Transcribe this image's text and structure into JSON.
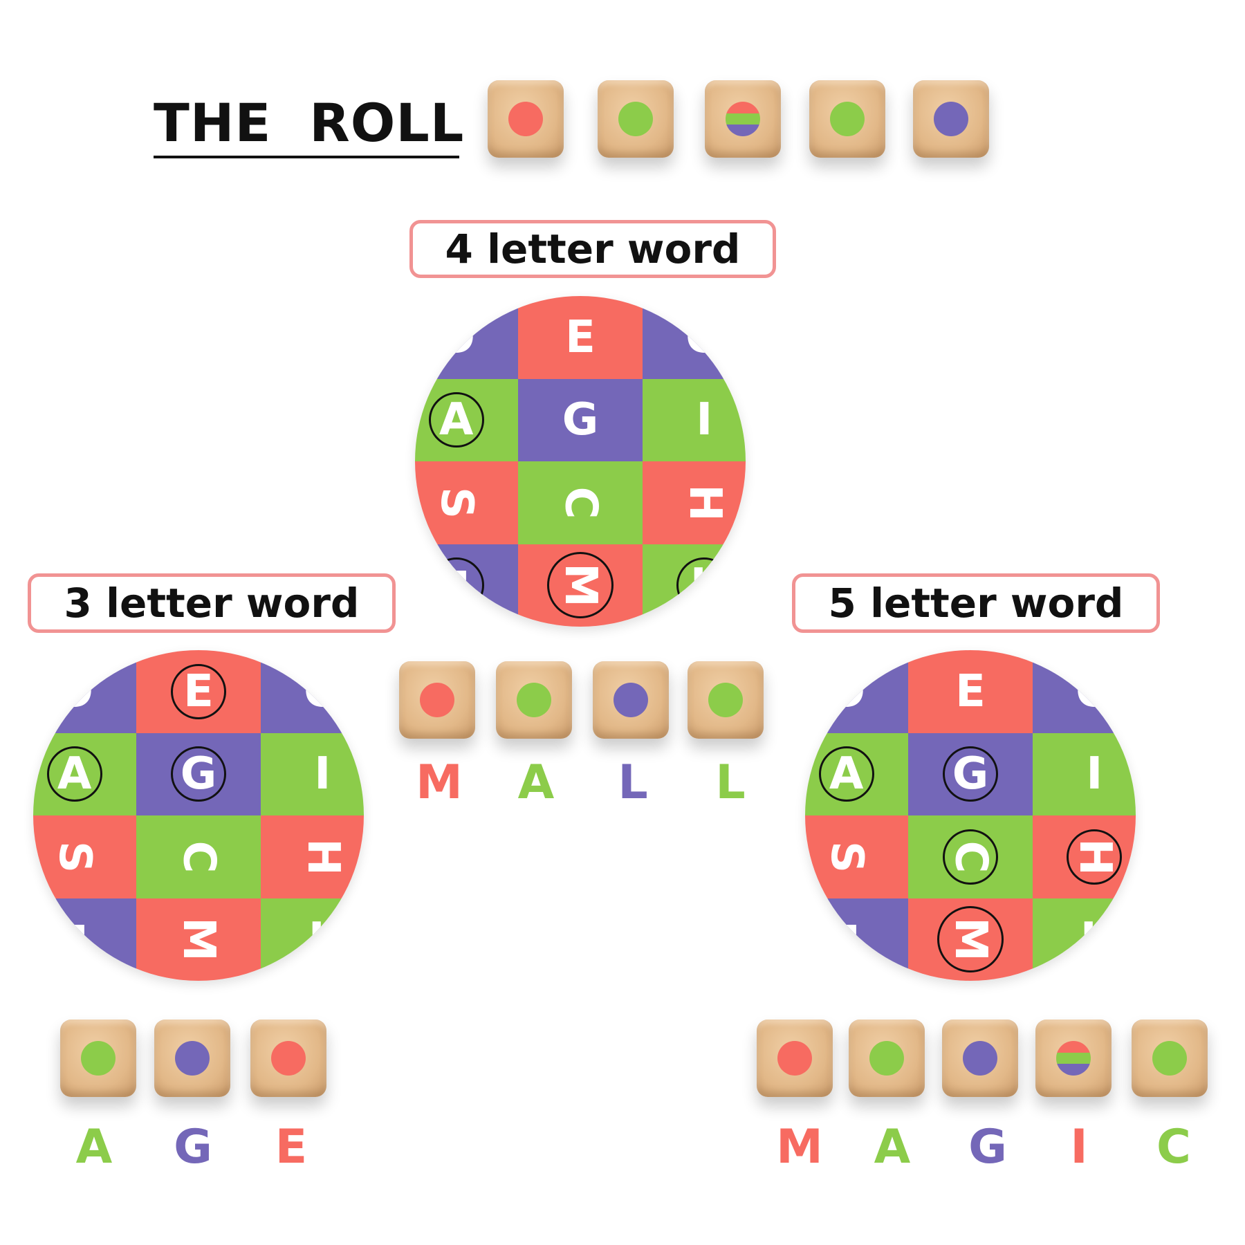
{
  "colors": {
    "red": "#f76b61",
    "green": "#8ccc4a",
    "purple": "#7467b8",
    "border_pink": "#f19393"
  },
  "roll": {
    "title": "THE  ROLL :",
    "dice": [
      {
        "pips": [
          "red"
        ]
      },
      {
        "pips": [
          "green"
        ]
      },
      {
        "pips": [
          "red",
          "green",
          "purple"
        ]
      },
      {
        "pips": [
          "green"
        ]
      },
      {
        "pips": [
          "purple"
        ]
      }
    ]
  },
  "board": {
    "rows": [
      [
        {
          "l": "O",
          "c": "purple"
        },
        {
          "l": "E",
          "c": "red"
        },
        {
          "l": "O",
          "c": "purple"
        }
      ],
      [
        {
          "l": "A",
          "c": "green"
        },
        {
          "l": "G",
          "c": "purple"
        },
        {
          "l": "I",
          "c": "green"
        }
      ],
      [
        {
          "l": "S",
          "c": "red",
          "rot": 90
        },
        {
          "l": "C",
          "c": "green",
          "rot": 90
        },
        {
          "l": "H",
          "c": "red",
          "rot": 90
        }
      ],
      [
        {
          "l": "L",
          "c": "purple",
          "rot": 180
        },
        {
          "l": "M",
          "c": "red",
          "rot": 90
        },
        {
          "l": "L",
          "c": "green"
        }
      ]
    ]
  },
  "puzzles": [
    {
      "id": "four",
      "label": "4 letter word",
      "circled": [
        [
          1,
          0
        ],
        [
          3,
          0
        ],
        [
          3,
          1
        ],
        [
          3,
          2
        ]
      ],
      "big": [
        [
          3,
          1
        ]
      ],
      "dice": [
        [
          "red"
        ],
        [
          "green"
        ],
        [
          "purple"
        ],
        [
          "green"
        ]
      ],
      "word": [
        {
          "l": "M",
          "c": "red"
        },
        {
          "l": "A",
          "c": "green"
        },
        {
          "l": "L",
          "c": "purple"
        },
        {
          "l": "L",
          "c": "green"
        }
      ]
    },
    {
      "id": "three",
      "label": "3 letter word",
      "circled": [
        [
          0,
          1
        ],
        [
          1,
          0
        ],
        [
          1,
          1
        ]
      ],
      "big": [],
      "dice": [
        [
          "green"
        ],
        [
          "purple"
        ],
        [
          "red"
        ]
      ],
      "word": [
        {
          "l": "A",
          "c": "green"
        },
        {
          "l": "G",
          "c": "purple"
        },
        {
          "l": "E",
          "c": "red"
        }
      ]
    },
    {
      "id": "five",
      "label": "5 letter word",
      "circled": [
        [
          1,
          0
        ],
        [
          1,
          1
        ],
        [
          2,
          1
        ],
        [
          2,
          2
        ],
        [
          3,
          1
        ]
      ],
      "big": [
        [
          3,
          1
        ]
      ],
      "dice": [
        [
          "red"
        ],
        [
          "green"
        ],
        [
          "purple"
        ],
        [
          "red",
          "green",
          "purple"
        ],
        [
          "green"
        ]
      ],
      "word": [
        {
          "l": "M",
          "c": "red"
        },
        {
          "l": "A",
          "c": "green"
        },
        {
          "l": "G",
          "c": "purple"
        },
        {
          "l": "I",
          "c": "red"
        },
        {
          "l": "C",
          "c": "green"
        }
      ]
    }
  ]
}
